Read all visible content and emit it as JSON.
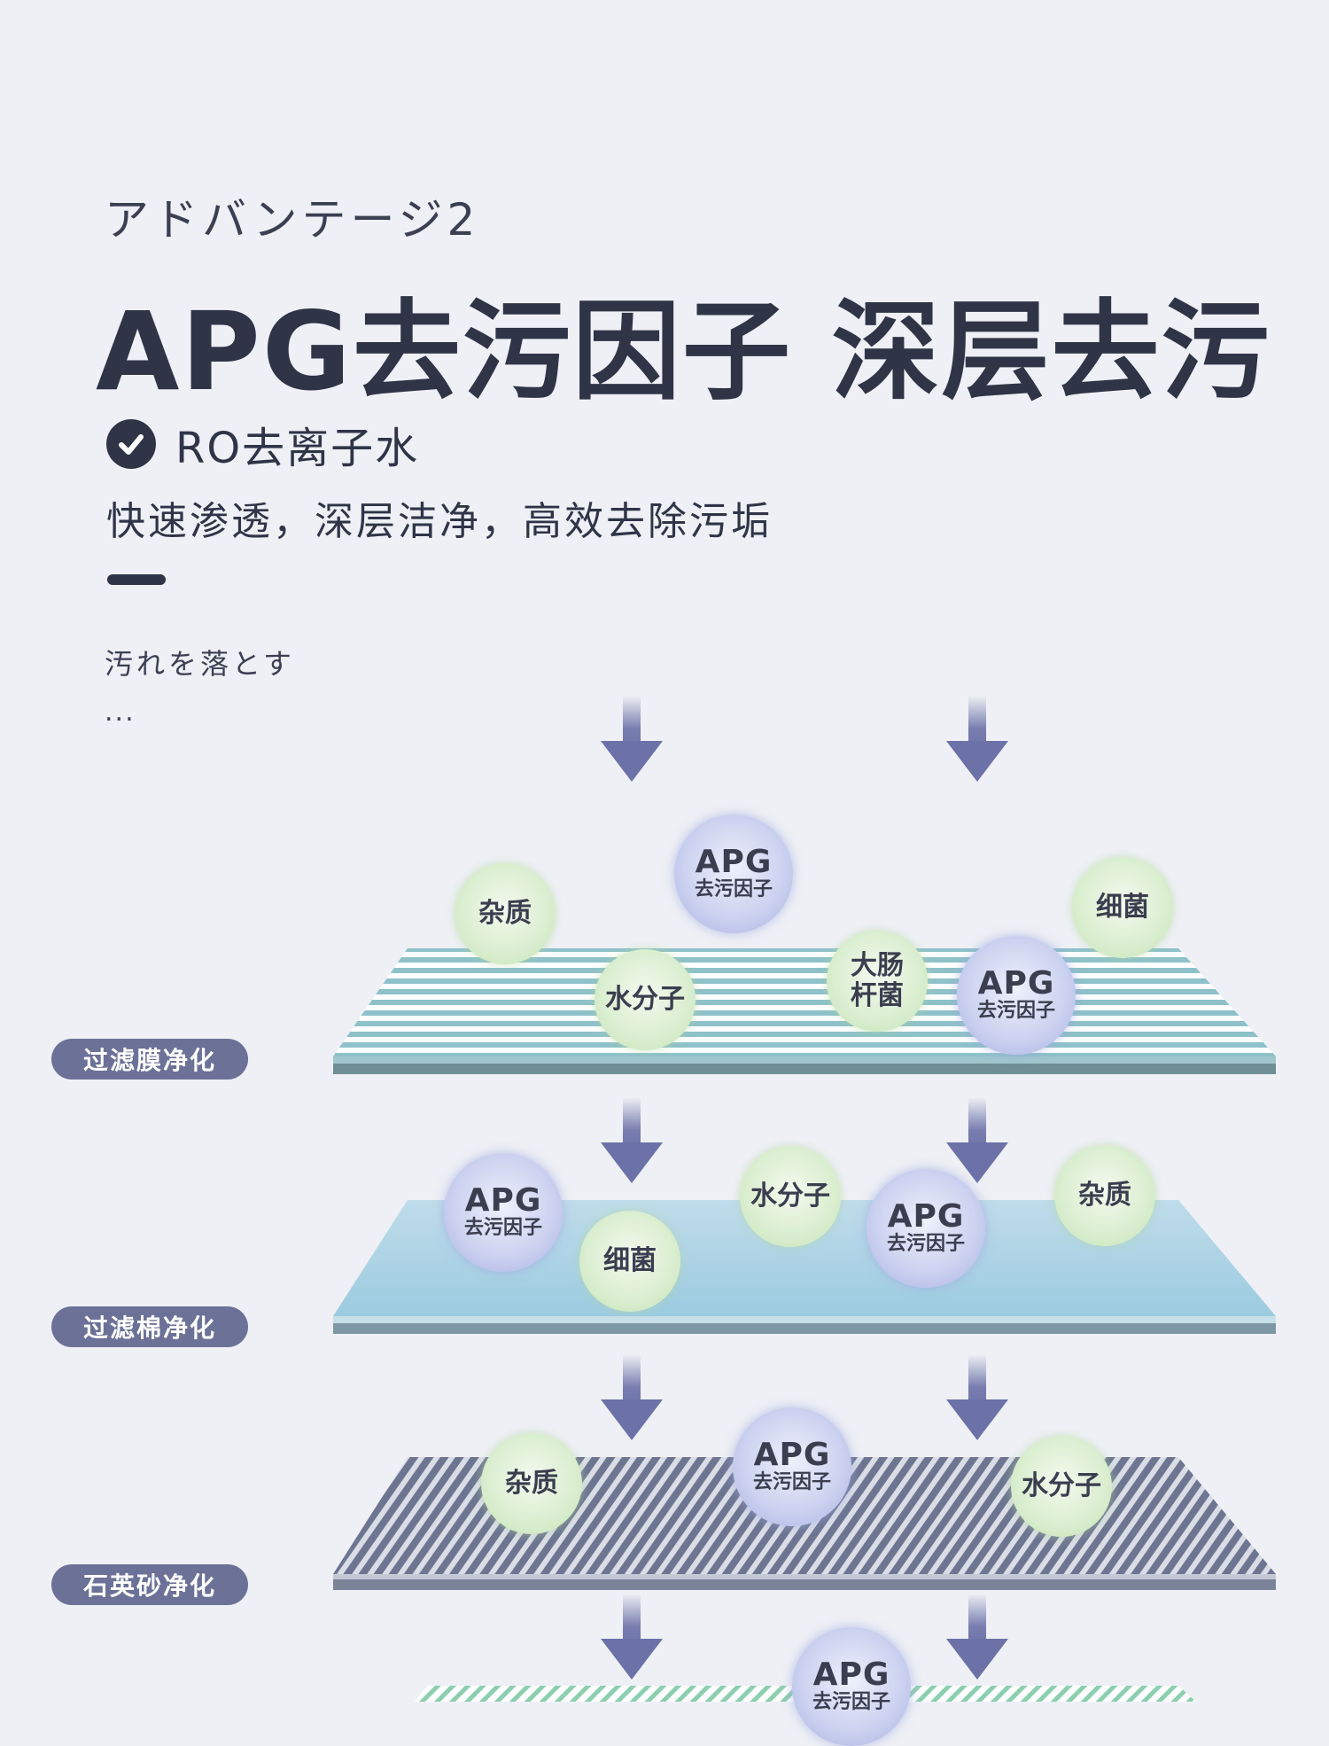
{
  "header": {
    "advantage_label": "アドバンテージ2",
    "title": "APG去污因子 深层去污",
    "feature": "RO去离子水",
    "subtitle": "快速渗透，深层洁净，高效去除污垢",
    "caption": "汚れを落とす",
    "ellipsis": "..."
  },
  "layers": [
    {
      "label": "过滤膜净化"
    },
    {
      "label": "过滤棉净化"
    },
    {
      "label": "石英砂净化"
    }
  ],
  "bubbles": {
    "l1_impurity": "杂质",
    "l1_apg": "APG",
    "l1_apg_sub": "去污因子",
    "l1_bacteria": "细菌",
    "l1_water": "水分子",
    "l1_ecoli": "大肠\n杆菌",
    "l1_apg2": "APG",
    "l1_apg2_sub": "去污因子",
    "l2_apg": "APG",
    "l2_apg_sub": "去污因子",
    "l2_water": "水分子",
    "l2_apg2": "APG",
    "l2_apg2_sub": "去污因子",
    "l2_impurity": "杂质",
    "l2_bacteria": "细菌",
    "l3_impurity": "杂质",
    "l3_apg": "APG",
    "l3_apg_sub": "去污因子",
    "l3_water": "水分子",
    "l4_apg": "APG",
    "l4_apg_sub": "去污因子"
  },
  "colors": {
    "title": "#2f3447",
    "label_bg": "#6c7198",
    "arrow": "#6c71a8",
    "background": "#eef0f5"
  },
  "icons": {
    "check": "check-circle-icon",
    "arrow": "arrow-down-icon"
  }
}
